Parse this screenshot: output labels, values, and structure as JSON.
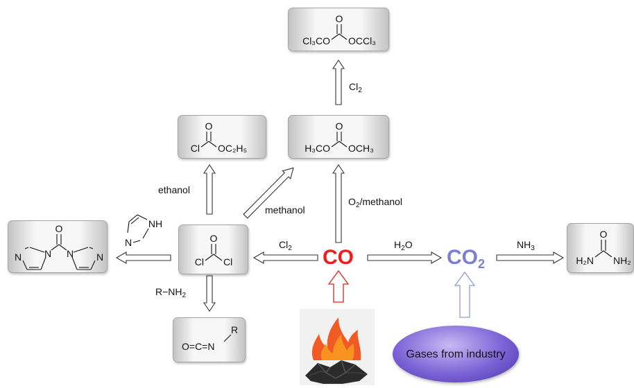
{
  "molecules": {
    "triphosgene": {
      "o": "O",
      "left": "Cl₃CO",
      "right": "OCCl₃"
    },
    "ethyl_chloroformate": {
      "o": "O",
      "left": "Cl",
      "right": "OC₂H₅"
    },
    "dimethyl_carbonate": {
      "o": "O",
      "left": "H₃CO",
      "right": "OCH₃"
    },
    "phosgene": {
      "o": "O",
      "left": "Cl",
      "right": "Cl"
    },
    "cdi": {
      "o": "O",
      "n1": "N",
      "n2": "N",
      "n3": "N",
      "n4": "N"
    },
    "isocyanate": {
      "formula": "O=C=N",
      "r": "R"
    },
    "urea": {
      "o": "O",
      "left": "H₂N",
      "right": "NH₂"
    },
    "imidazole": {
      "n1": "N",
      "nh": "NH"
    }
  },
  "labels": {
    "cl2_top": "Cl",
    "cl2_top_sub": "2",
    "ethanol": "ethanol",
    "methanol": "methanol",
    "o2_methanol_pre": "O",
    "o2_methanol_sub": "2",
    "o2_methanol_post": "/methanol",
    "cl2_mid": "Cl",
    "cl2_mid_sub": "2",
    "h2o_pre": "H",
    "h2o_sub": "2",
    "h2o_post": "O",
    "nh3_pre": "NH",
    "nh3_sub": "3",
    "amine": "R−NH",
    "amine_sub": "2"
  },
  "species": {
    "co": "CO",
    "co2_main": "CO",
    "co2_sub": "2"
  },
  "sources": {
    "industry": "Gases from industry"
  },
  "colors": {
    "co": "#e8211d",
    "co2": "#7b7fd1",
    "co_arrow": "#e8211d",
    "co2_arrow": "#8f9ad8",
    "ellipse": "#6b54c9"
  },
  "icons": {
    "combustion": "coal-fire-icon"
  }
}
